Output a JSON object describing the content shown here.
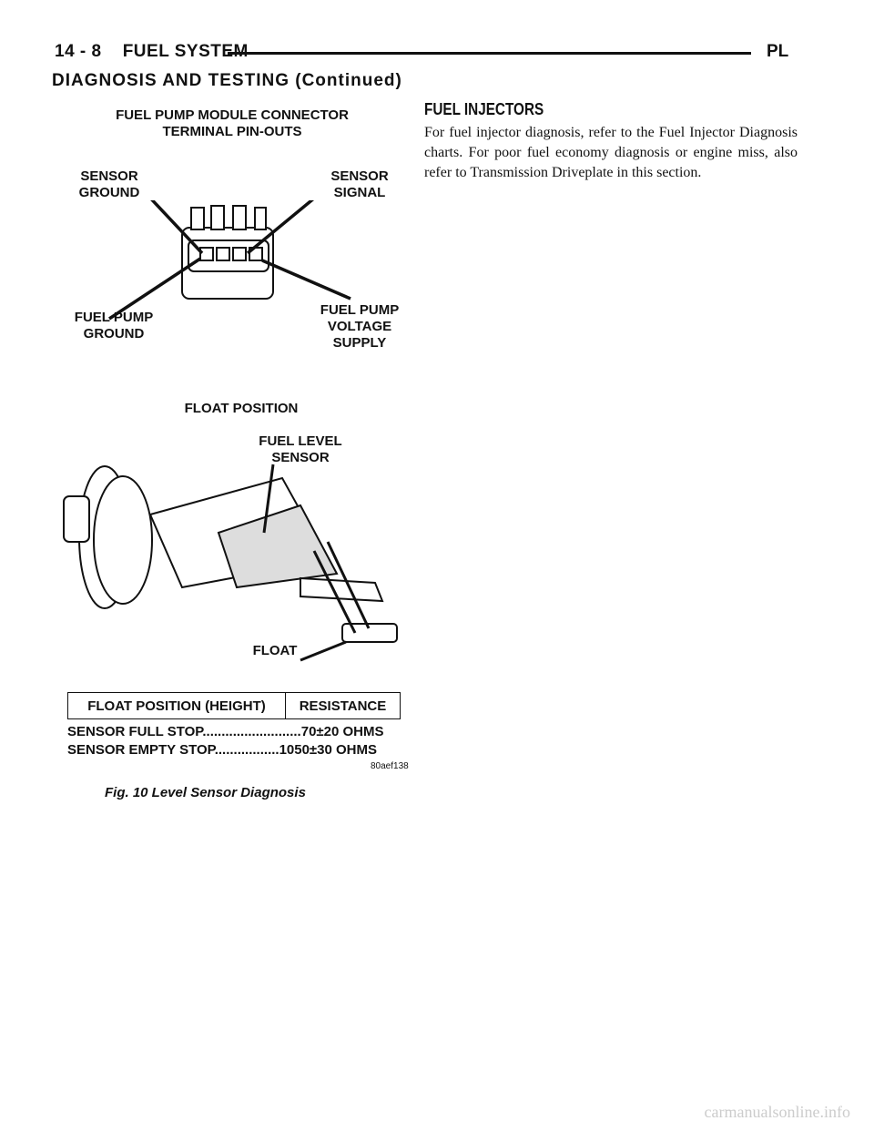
{
  "header": {
    "left": "14 - 8    FUEL SYSTEM",
    "right": "PL"
  },
  "section_title": "DIAGNOSIS AND TESTING (Continued)",
  "figure": {
    "connector_title": "FUEL PUMP MODULE CONNECTOR\nTERMINAL PIN-OUTS",
    "sensor_ground": "SENSOR\nGROUND",
    "sensor_signal": "SENSOR\nSIGNAL",
    "fuel_pump_ground": "FUEL PUMP\nGROUND",
    "fuel_pump_voltage": "FUEL PUMP\nVOLTAGE\nSUPPLY",
    "float_position_title": "FLOAT POSITION",
    "fuel_level_sensor": "FUEL LEVEL\nSENSOR",
    "float_label": "FLOAT",
    "table_header_left": "FLOAT POSITION (HEIGHT)",
    "table_header_right": "RESISTANCE",
    "row1": "SENSOR FULL STOP..........................70±20 OHMS",
    "row2": "SENSOR EMPTY STOP.................1050±30 OHMS",
    "code": "80aef138",
    "caption": "Fig. 10 Level Sensor Diagnosis"
  },
  "fuel_injectors": {
    "heading": "FUEL INJECTORS",
    "paragraph": "For fuel injector diagnosis, refer to the Fuel Injector Diagnosis charts. For poor fuel economy diagnosis or engine miss, also refer to Transmission Driveplate in this section."
  },
  "footer": "carmanualsonline.info"
}
